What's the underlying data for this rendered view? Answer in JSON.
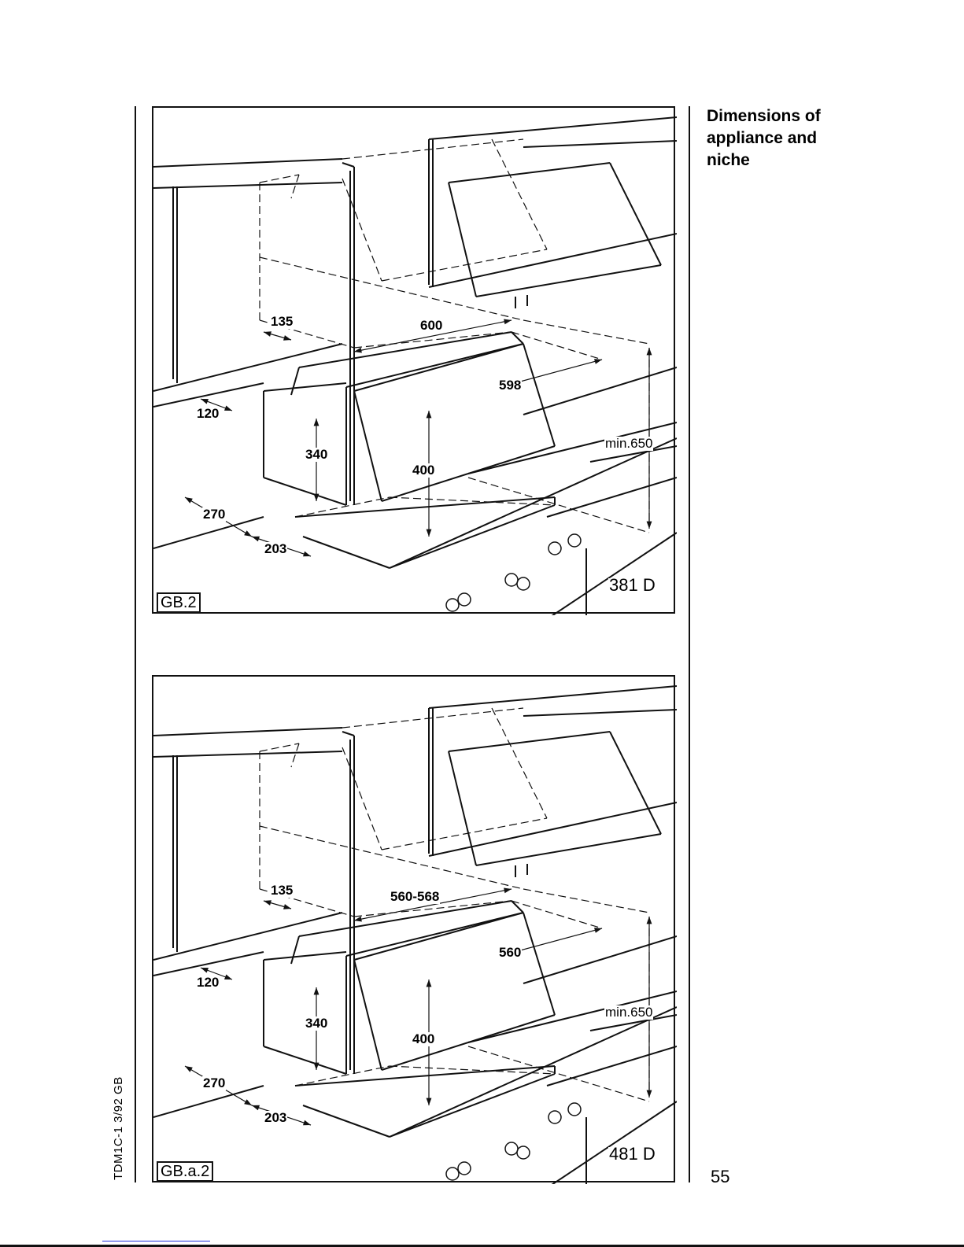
{
  "heading": "Dimensions of appliance and niche",
  "page_number": "55",
  "side_code": "TDM1C-1 3/92   GB",
  "figures": [
    {
      "id": "GB.2",
      "model": "381 D",
      "dims": {
        "d135": "135",
        "width_top": "600",
        "width_inner": "598",
        "d120": "120",
        "d340": "340",
        "d400": "400",
        "min650": "min.650",
        "d270": "270",
        "d203": "203"
      }
    },
    {
      "id": "GB.a.2",
      "model": "481 D",
      "dims": {
        "d135": "135",
        "width_top": "560-568",
        "width_inner": "560",
        "d120": "120",
        "d340": "340",
        "d400": "400",
        "min650": "min.650",
        "d270": "270",
        "d203": "203"
      }
    }
  ]
}
